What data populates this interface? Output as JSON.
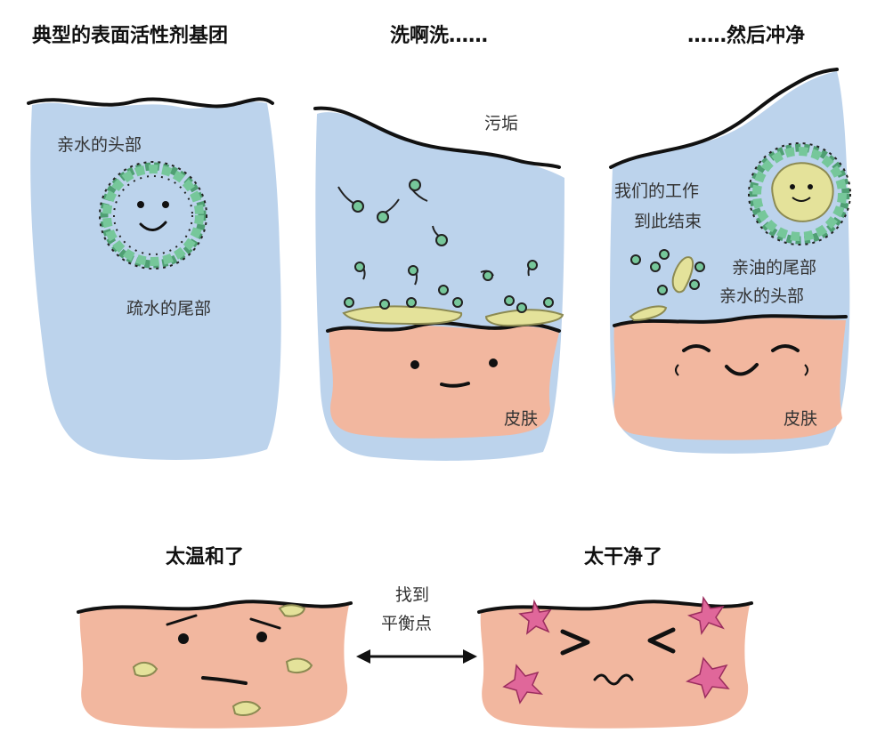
{
  "colors": {
    "water": "#bcd3ec",
    "skin": "#f2b79f",
    "dirt": "#e4e29a",
    "micelle_green": "#76c79a",
    "irritation": "#e0679a",
    "ink": "#111111"
  },
  "panel1": {
    "title": "典型的表面活性剂基团",
    "label_head": "亲水的头部",
    "label_tail": "疏水的尾部"
  },
  "panel2": {
    "title": "洗啊洗……",
    "label_dirt": "污垢",
    "label_skin": "皮肤"
  },
  "panel3": {
    "title": "……然后冲净",
    "label_done_1": "我们的工作",
    "label_done_2": "到此结束",
    "label_oil_tail": "亲油的尾部",
    "label_head": "亲水的头部",
    "label_skin": "皮肤"
  },
  "panel4": {
    "title": "太温和了"
  },
  "panel5": {
    "title": "太干净了"
  },
  "middle": {
    "line1": "找到",
    "line2": "平衡点"
  }
}
